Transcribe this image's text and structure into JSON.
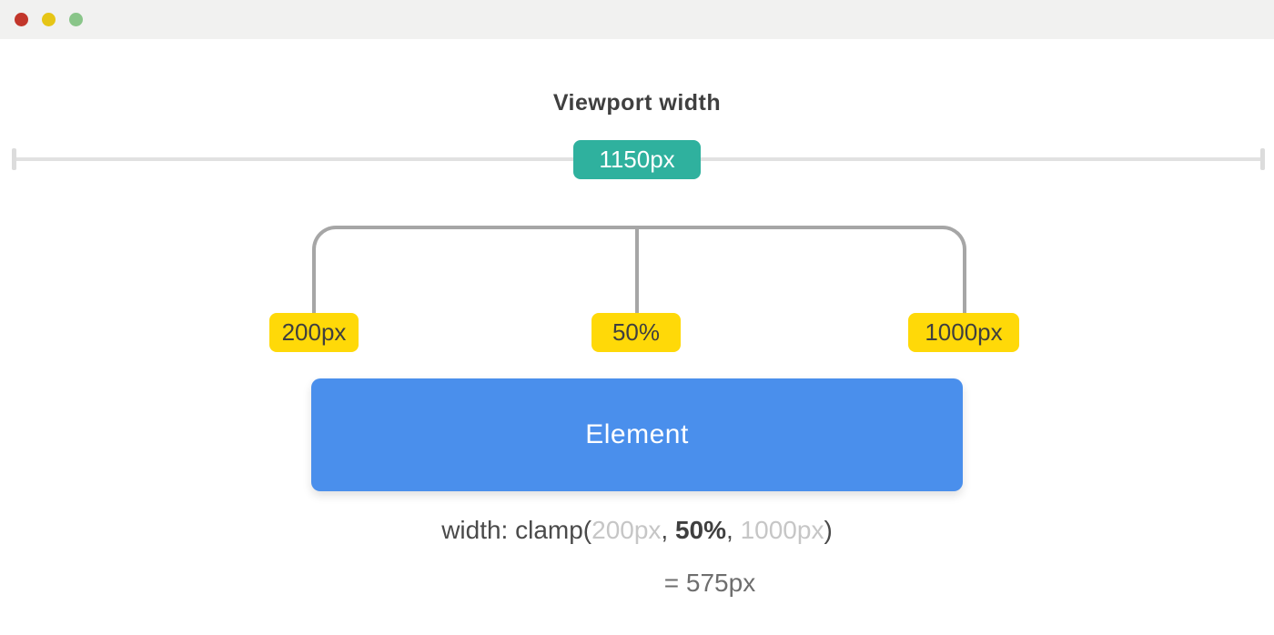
{
  "window": {
    "controls": {
      "close_color": "#c2362b",
      "minimize_color": "#e6c516",
      "maximize_color": "#89c589"
    }
  },
  "diagram": {
    "title": "Viewport width",
    "viewport": {
      "badge_label": "1150px",
      "badge_color": "#2fb19e"
    },
    "clamp_values": {
      "min": "200px",
      "preferred": "50%",
      "max": "1000px",
      "badge_color": "#ffd908"
    },
    "element": {
      "label": "Element",
      "color": "#4a8fec"
    },
    "formula": {
      "prefix": "width: clamp(",
      "min": "200px",
      "comma1": ", ",
      "preferred": "50%",
      "comma2": ", ",
      "max": "1000px",
      "suffix": ")"
    },
    "result": "= 575px"
  }
}
